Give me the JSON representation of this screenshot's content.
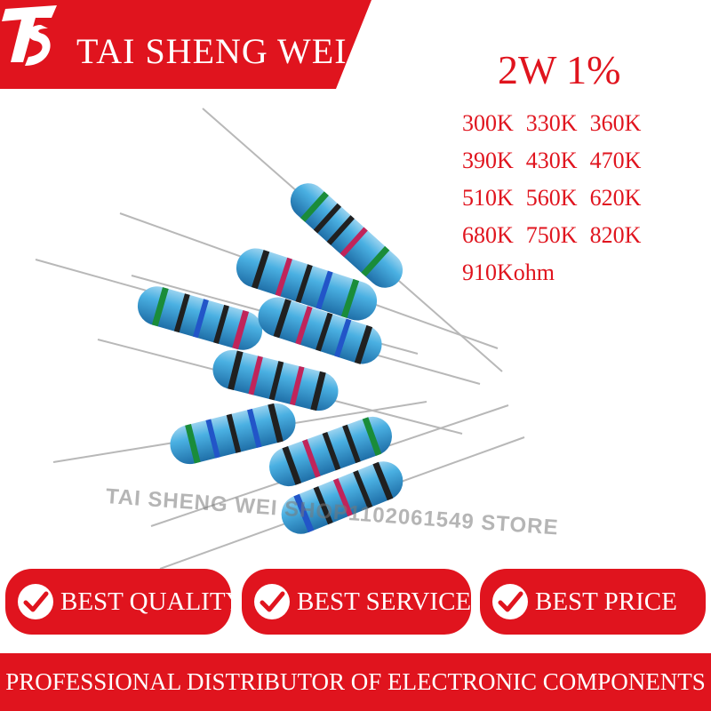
{
  "brand": {
    "name": "TAI SHENG WEI",
    "logo_icon": "ts-logo-icon"
  },
  "spec": {
    "title": "2W  1%"
  },
  "values": [
    [
      "300K",
      "330K",
      "360K"
    ],
    [
      "390K",
      "430K",
      "470K"
    ],
    [
      "510K",
      "560K",
      "620K"
    ],
    [
      "680K",
      "750K",
      "820K"
    ],
    [
      "910Kohm"
    ]
  ],
  "watermark": "TAI SHENG WEI SHOP1102061549 STORE",
  "badges": [
    {
      "label": "BEST QUALITY",
      "icon": "check-icon"
    },
    {
      "label": "BEST SERVICE",
      "icon": "check-icon"
    },
    {
      "label": "BEST PRICE",
      "icon": "check-icon"
    }
  ],
  "footer": {
    "text": "PROFESSIONAL DISTRIBUTOR OF ELECTRONIC COMPONENTS"
  },
  "colors": {
    "brand_red": "#e0141e",
    "resistor_blue": "#3fa3d8"
  }
}
